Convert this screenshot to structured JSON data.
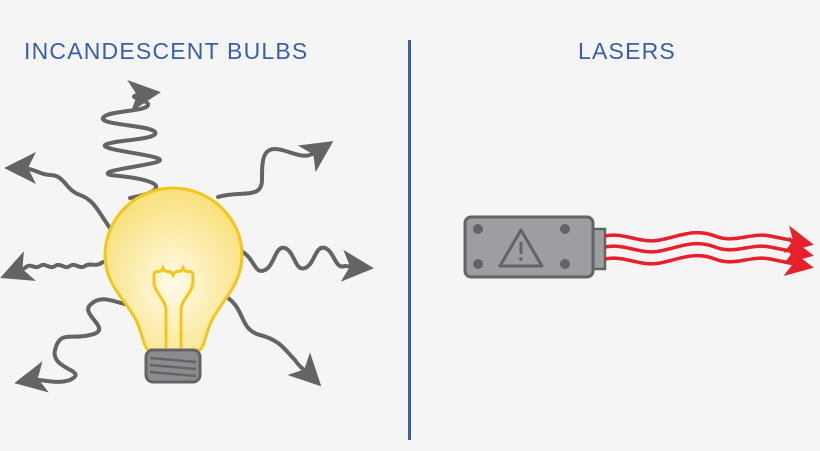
{
  "panels": {
    "left": {
      "title": "INCANDESCENT BULBS",
      "illustration": "light-bulb-emitting-scattered-waves"
    },
    "right": {
      "title": "LASERS",
      "illustration": "laser-device-emitting-coherent-waves"
    }
  },
  "colors": {
    "title": "#3a5fa8",
    "divider": "#3a5fa8",
    "wave_gray": "#636466",
    "bulb_fill": "#fbe38a",
    "bulb_stroke": "#f5c518",
    "laser_body": "#9d9ea1",
    "laser_beam": "#e8202a"
  }
}
